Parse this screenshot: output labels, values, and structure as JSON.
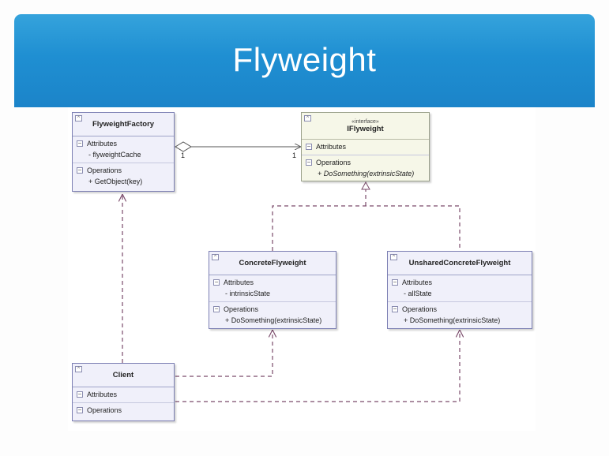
{
  "slide": {
    "title": "Flyweight"
  },
  "diagram": {
    "classes": {
      "flyweight_factory": {
        "name": "FlyweightFactory",
        "attributes_label": "Attributes",
        "attributes": [
          "- flyweightCache"
        ],
        "operations_label": "Operations",
        "operations": [
          "+ GetObject(key)"
        ]
      },
      "iflyweight": {
        "stereotype": "«interface»",
        "name": "IFlyweight",
        "attributes_label": "Attributes",
        "operations_label": "Operations",
        "operations": [
          "+ DoSomething(extrinsicState)"
        ]
      },
      "concrete_flyweight": {
        "name": "ConcreteFlyweight",
        "attributes_label": "Attributes",
        "attributes": [
          "- intrinsicState"
        ],
        "operations_label": "Operations",
        "operations": [
          "+ DoSomething(extrinsicState)"
        ]
      },
      "unshared_concrete_flyweight": {
        "name": "UnsharedConcreteFlyweight",
        "attributes_label": "Attributes",
        "attributes": [
          "- allState"
        ],
        "operations_label": "Operations",
        "operations": [
          "+ DoSomething(extrinsicState)"
        ]
      },
      "client": {
        "name": "Client",
        "attributes_label": "Attributes",
        "operations_label": "Operations"
      }
    },
    "multiplicities": {
      "factory_end": "1",
      "interface_end": "1"
    },
    "colors": {
      "class_border": "#7c7fb3",
      "class_fill": "#f0f0fa",
      "interface_fill": "#f6f7e8",
      "dashed_link": "#7a4a6a",
      "solid_link": "#555555",
      "title_bar": "#1f8fd2"
    }
  }
}
